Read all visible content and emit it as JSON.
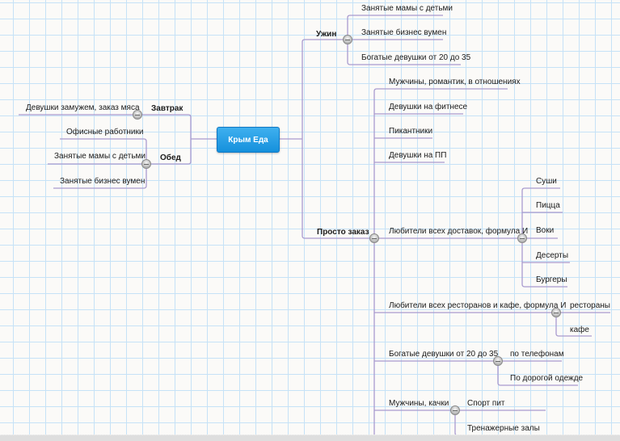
{
  "mindmap": {
    "root": "Крым Еда",
    "left": [
      {
        "label": "Завтрак",
        "children": [
          "Девушки замужем, заказ мяса"
        ]
      },
      {
        "label": "Обед",
        "children": [
          "Офисные работники",
          "Занятые мамы с детьми",
          "Занятые бизнес вумен"
        ]
      }
    ],
    "right": [
      {
        "label": "Ужин",
        "children": [
          "Занятые мамы с детьми",
          "Занятые бизнес вумен",
          "Богатые девушки от 20 до 35"
        ]
      },
      {
        "label": "Просто заказ",
        "children": [
          {
            "label": "Мужчины, романтик, в отношениях"
          },
          {
            "label": "Девушки на фитнесе"
          },
          {
            "label": "Пикантники"
          },
          {
            "label": "Девушки на ПП"
          },
          {
            "label": "Любители всех доставок, формула И",
            "children": [
              "Суши",
              "Пицца",
              "Воки",
              "Десерты",
              "Бургеры"
            ]
          },
          {
            "label": "Любители всех ресторанов и кафе, формула И",
            "children": [
              "рестораны",
              "кафе"
            ]
          },
          {
            "label": "Богатые девушки от 20 до 35",
            "children": [
              "по телефонам",
              "По дорогой одежде"
            ]
          },
          {
            "label": "Мужчины, качки",
            "children": [
              "Спорт пит",
              "Тренажерные залы"
            ]
          }
        ]
      }
    ]
  },
  "colors": {
    "connector": "#a99bcf",
    "root_fill": "#1a97e0",
    "grid": "#c6e2f7"
  }
}
